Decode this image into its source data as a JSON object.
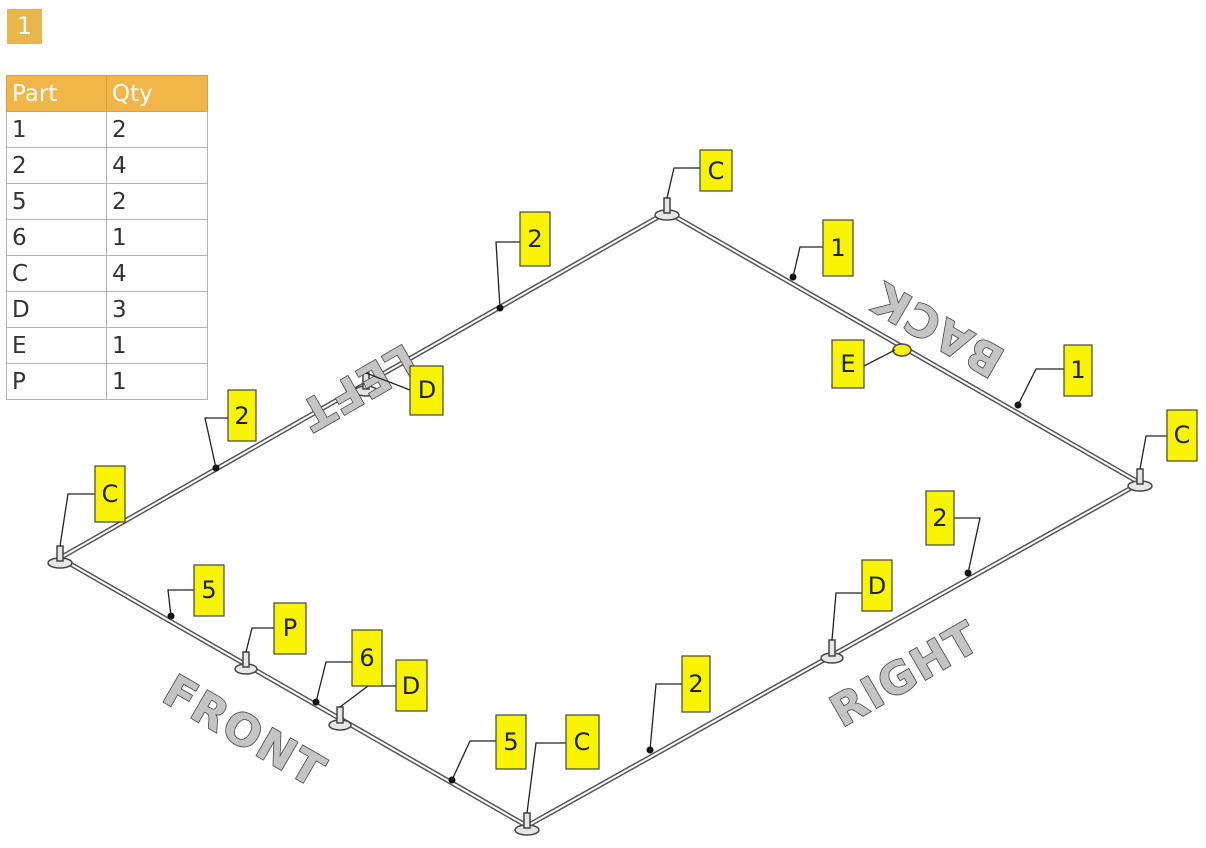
{
  "step_number": "1",
  "parts_table": {
    "headers": [
      "Part",
      "Qty"
    ],
    "rows": [
      [
        "1",
        "2"
      ],
      [
        "2",
        "4"
      ],
      [
        "5",
        "2"
      ],
      [
        "6",
        "1"
      ],
      [
        "C",
        "4"
      ],
      [
        "D",
        "3"
      ],
      [
        "E",
        "1"
      ],
      [
        "P",
        "1"
      ]
    ]
  },
  "side_labels": {
    "left": "LEFT",
    "back": "BACK",
    "front": "FRONT",
    "right": "RIGHT"
  },
  "callouts": {
    "c_top": "C",
    "c_left": "C",
    "c_right": "C",
    "c_bottom": "C",
    "rail_2_upper": "2",
    "rail_2_lower": "2",
    "rail_1_upper": "1",
    "rail_1_lower": "1",
    "e_part": "E",
    "d_left": "D",
    "rail_5_left": "5",
    "p_part": "P",
    "rail_6": "6",
    "d_front": "D",
    "rail_5_right": "5",
    "rail_2_front_right": "2",
    "d_right": "D",
    "rail_2_right": "2"
  },
  "colors": {
    "callout_fill": "#f8f400",
    "header_fill": "#f1b548",
    "frame": "#555555"
  }
}
